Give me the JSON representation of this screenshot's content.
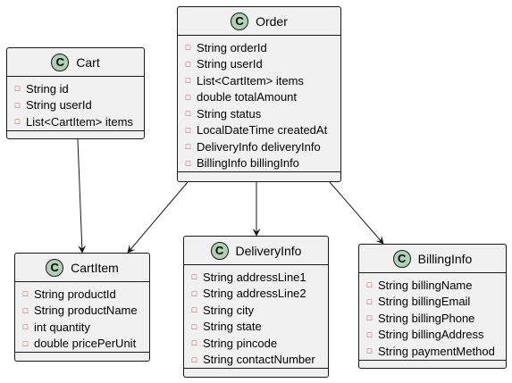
{
  "diagram": {
    "badge_letter": "C",
    "accent_badge_color": "#add1b2",
    "border_color": "#181818",
    "box_fill": "#f1f1f1",
    "private_marker_color": "#c82930",
    "classes": {
      "cart": {
        "name": "Cart",
        "fields": [
          "String id",
          "String userId",
          "List<CartItem> items"
        ]
      },
      "order": {
        "name": "Order",
        "fields": [
          "String orderId",
          "String userId",
          "List<CartItem> items",
          "double totalAmount",
          "String status",
          "LocalDateTime createdAt",
          "DeliveryInfo deliveryInfo",
          "BillingInfo billingInfo"
        ]
      },
      "cartitem": {
        "name": "CartItem",
        "fields": [
          "String productId",
          "String productName",
          "int quantity",
          "double pricePerUnit"
        ]
      },
      "deliveryinfo": {
        "name": "DeliveryInfo",
        "fields": [
          "String addressLine1",
          "String addressLine2",
          "String city",
          "String state",
          "String pincode",
          "String contactNumber"
        ]
      },
      "billinginfo": {
        "name": "BillingInfo",
        "fields": [
          "String billingName",
          "String billingEmail",
          "String billingPhone",
          "String billingAddress",
          "String paymentMethod"
        ]
      }
    },
    "relations": [
      {
        "from": "cart",
        "to": "cartitem"
      },
      {
        "from": "order",
        "to": "cartitem"
      },
      {
        "from": "order",
        "to": "deliveryinfo"
      },
      {
        "from": "order",
        "to": "billinginfo"
      }
    ]
  }
}
